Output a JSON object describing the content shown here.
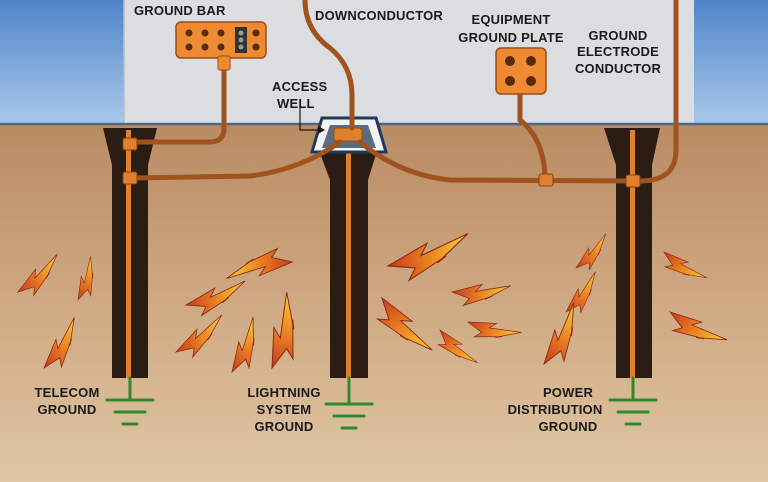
{
  "labels": {
    "ground_bar": "GROUND BAR",
    "downconductor": "DOWNCONDUCTOR",
    "equipment_line1": "EQUIPMENT",
    "equipment_line2": "GROUND PLATE",
    "electrode_line1": "GROUND",
    "electrode_line2": "ELECTRODE",
    "electrode_line3": "CONDUCTOR",
    "access_line1": "ACCESS",
    "access_line2": "WELL",
    "telecom_line1": "TELECOM",
    "telecom_line2": "GROUND",
    "lightning_line1": "LIGHTNING",
    "lightning_line2": "SYSTEM",
    "lightning_line3": "GROUND",
    "power_line1": "POWER",
    "power_line2": "DISTRIBUTION",
    "power_line3": "GROUND"
  },
  "colors": {
    "sky": "#6f9fd6",
    "building": "#dcdde0",
    "soil_top": "#c59b74",
    "soil_bottom": "#dcc09c",
    "rod_shaft": "#2b1c14",
    "copper": "#e07f2c",
    "conductor": "#a0521f",
    "ground_symbol": "#2f8a2b",
    "bolt_start": "#f7d33a",
    "bolt_end": "#c8371e"
  },
  "icons": {
    "ground": "ground-symbol-icon",
    "discharge": "lightning-bolt-icon",
    "plate": "ground-plate-icon",
    "bar": "ground-bar-icon"
  }
}
